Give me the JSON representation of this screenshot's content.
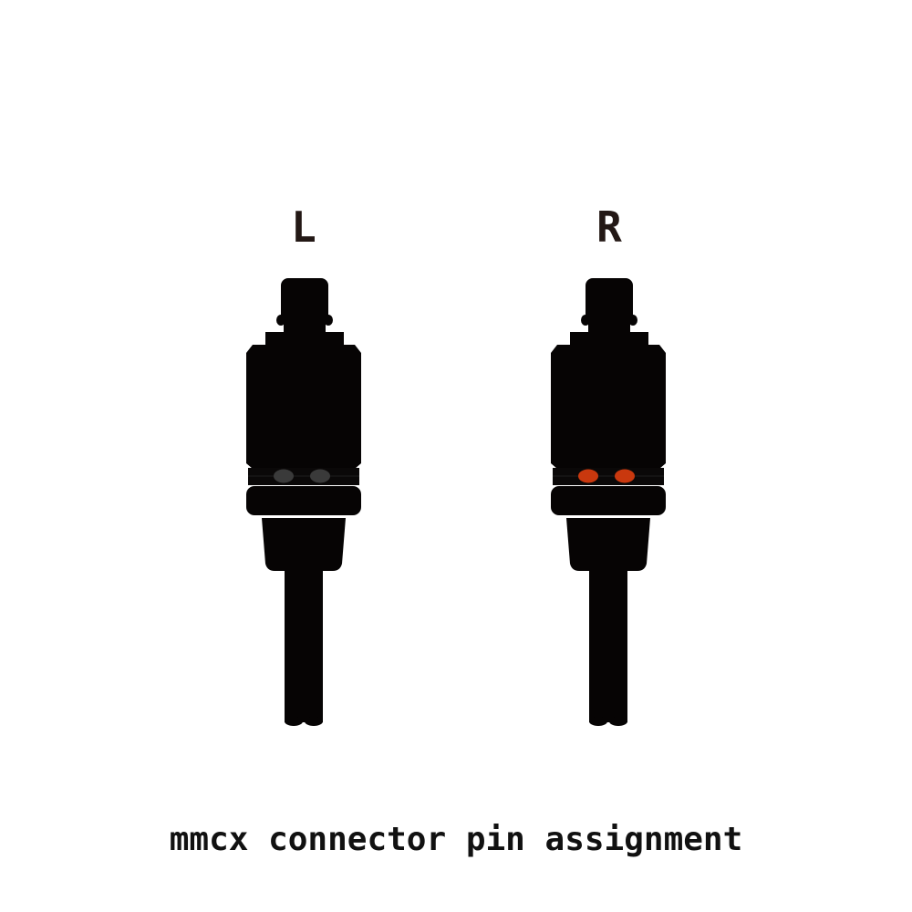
{
  "left_channel": {
    "label": "L",
    "dot_color": "#3a3a3a"
  },
  "right_channel": {
    "label": "R",
    "dot_color": "#c9380e"
  },
  "caption": "mmcx connector pin assignment",
  "colors": {
    "body": "#060404",
    "label": "#231815"
  }
}
